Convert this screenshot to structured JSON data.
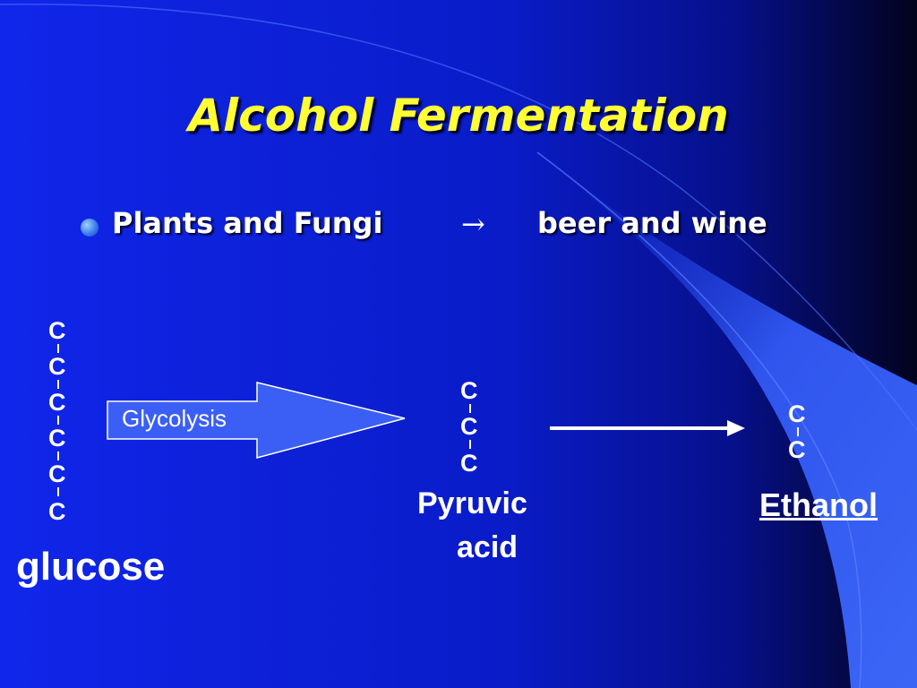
{
  "title": "Alcohol Fermentation",
  "bullet": {
    "left": "Plants and Fungi",
    "arrow": "→",
    "right": "beer and wine"
  },
  "glucose": {
    "atoms": [
      "C",
      "C",
      "C",
      "C",
      "C",
      "C"
    ],
    "label": "glucose"
  },
  "glycolysis": {
    "label": "Glycolysis"
  },
  "pyruvic": {
    "atoms": [
      "C",
      "C",
      "C"
    ],
    "label_line1": "Pyruvic",
    "label_line2": "acid"
  },
  "ethanol": {
    "atoms": [
      "C",
      "C"
    ],
    "label": "Ethanol"
  },
  "colors": {
    "title": "#ffff33",
    "background": "#0a1fd8",
    "curve": "#3a63f2",
    "text": "#ffffff"
  }
}
